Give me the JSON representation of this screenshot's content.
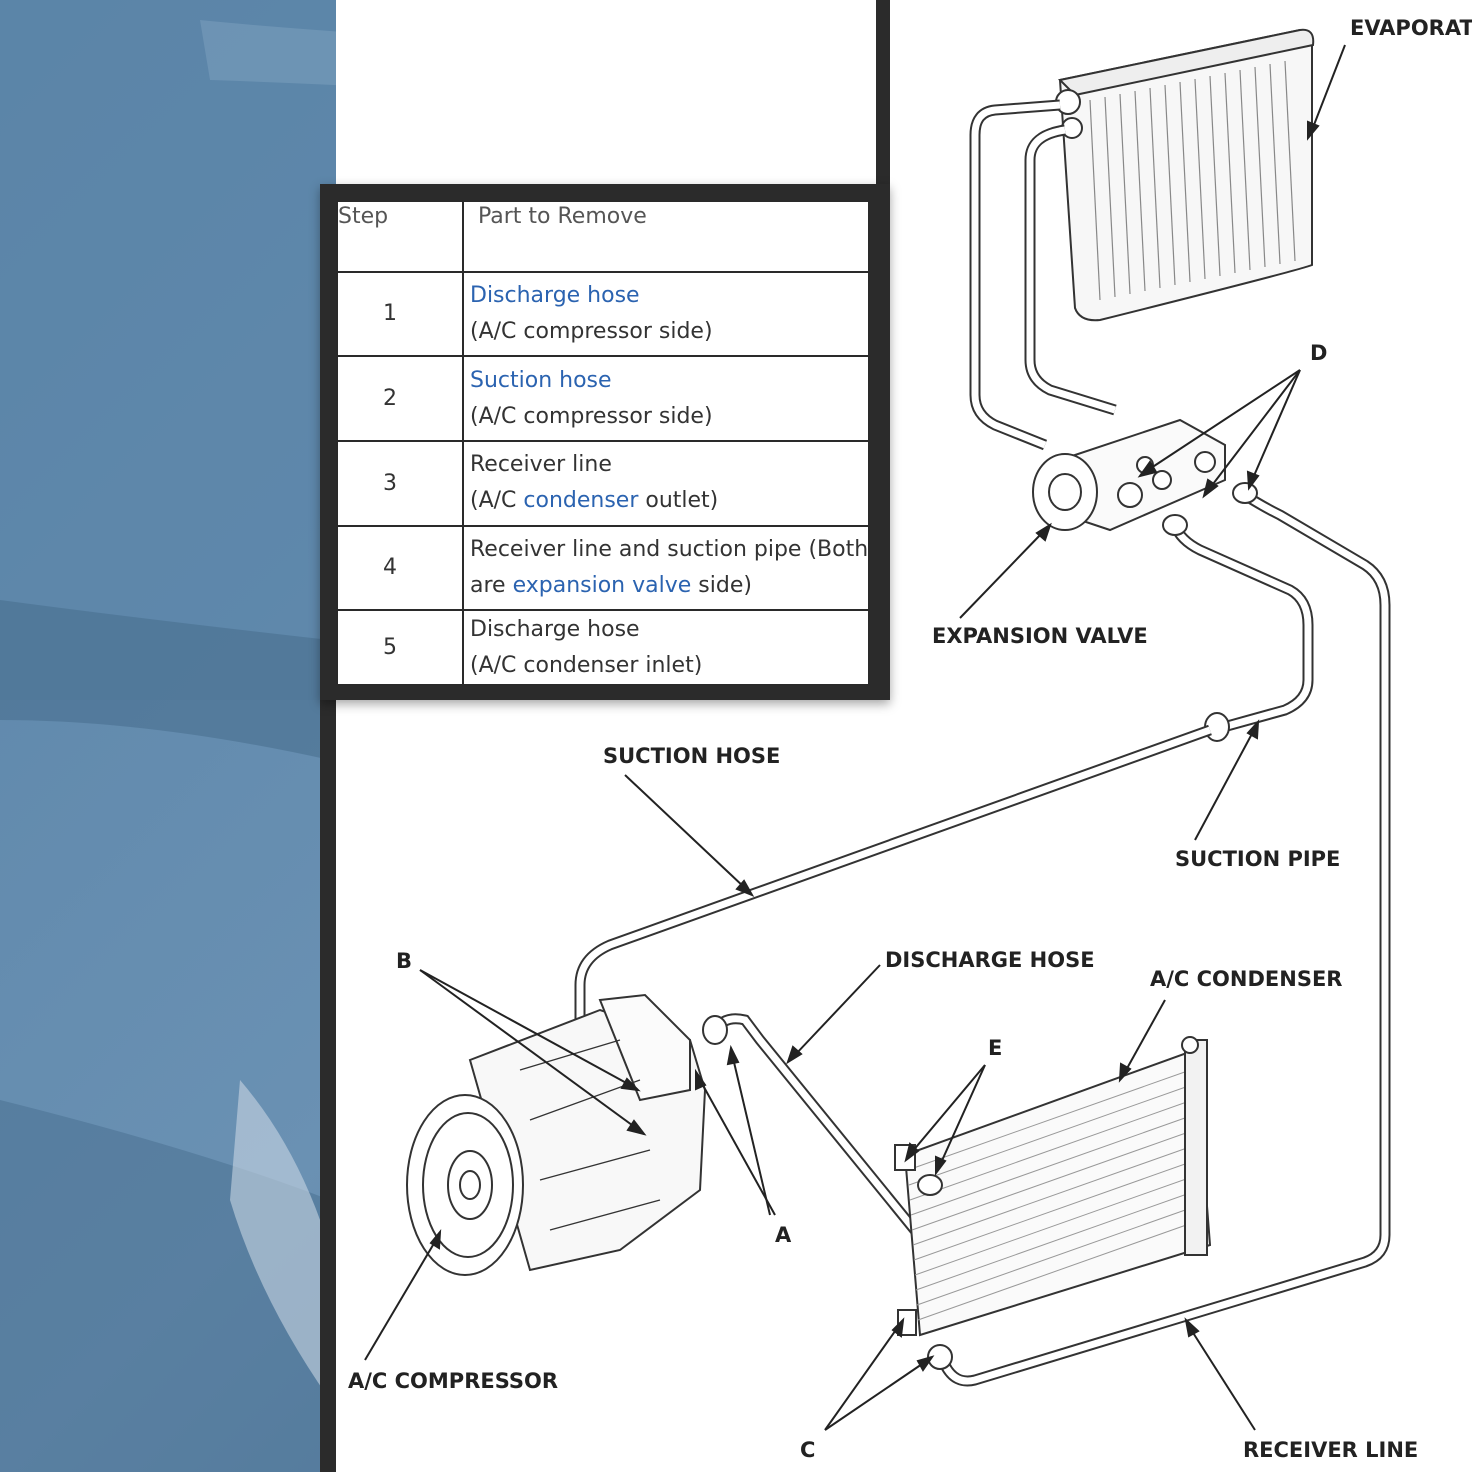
{
  "table": {
    "header": {
      "step": "Step",
      "part": "Part to Remove"
    },
    "rows": [
      {
        "step": "1",
        "line1_link": "Discharge hose",
        "line2": "(A/C compressor side)"
      },
      {
        "step": "2",
        "line1_link": "Suction hose",
        "line2": "(A/C compressor side)"
      },
      {
        "step": "3",
        "line1": "Receiver line",
        "line2_pre": "(A/C ",
        "line2_link": "condenser",
        "line2_post": " outlet)"
      },
      {
        "step": "4",
        "line1": "Receiver line and suction pipe (Both",
        "line2_pre": "are ",
        "line2_link": "expansion valve",
        "line2_post": " side)"
      },
      {
        "step": "5",
        "line1": "Discharge hose",
        "line2": "(A/C condenser inlet)"
      }
    ]
  },
  "diagram": {
    "labels": {
      "evaporator": "EVAPORAT",
      "expansion_valve": "EXPANSION VALVE",
      "suction_hose": "SUCTION HOSE",
      "suction_pipe": "SUCTION PIPE",
      "discharge_hose": "DISCHARGE HOSE",
      "ac_condenser": "A/C CONDENSER",
      "ac_compressor": "A/C COMPRESSOR",
      "receiver_line": "RECEIVER LINE"
    },
    "letters": {
      "a": "A",
      "b": "B",
      "c": "C",
      "d": "D",
      "e": "E"
    }
  },
  "colors": {
    "background": "#5d86a9",
    "link": "#2b63b0",
    "panel": "#2b2b2b"
  }
}
